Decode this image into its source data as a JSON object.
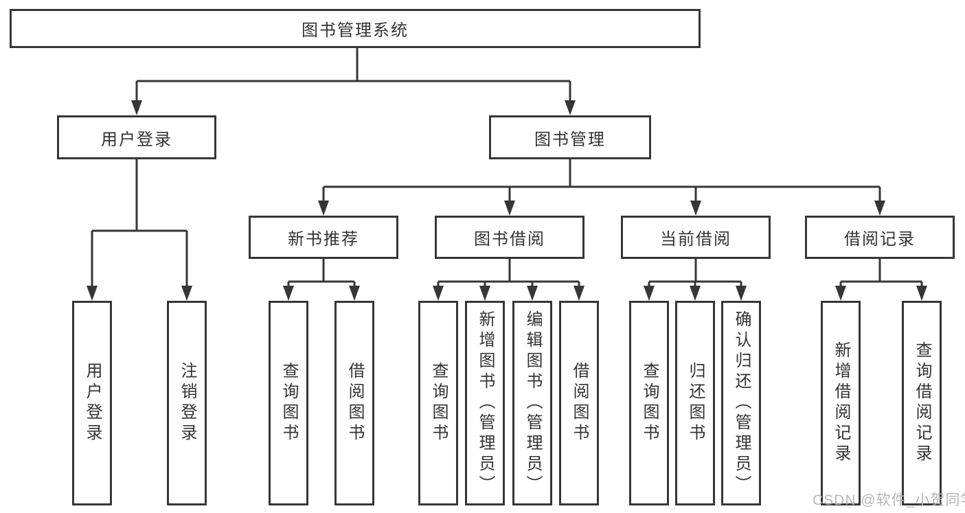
{
  "diagram": {
    "root": "图书管理系统",
    "level2": [
      "用户登录",
      "图书管理"
    ],
    "level3": [
      "新书推荐",
      "图书借阅",
      "当前借阅",
      "借阅记录"
    ],
    "leaves_user_login": [
      "用户登录",
      "注销登录"
    ],
    "leaves_new_books": [
      "查询图书",
      "借阅图书"
    ],
    "leaves_book_borrow": [
      "查询图书",
      "新增图书（管理员）",
      "编辑图书（管理员）",
      "借阅图书"
    ],
    "leaves_current_borrow": [
      "查询图书",
      "归还图书",
      "确认归还（管理员）"
    ],
    "leaves_borrow_records": [
      "新增借阅记录",
      "查询借阅记录"
    ]
  },
  "watermark": "CSDN @软件_小贺同学",
  "colors": {
    "line": "#363636",
    "text": "#333333",
    "background": "#ffffff",
    "watermark": "#b2b2b2"
  }
}
